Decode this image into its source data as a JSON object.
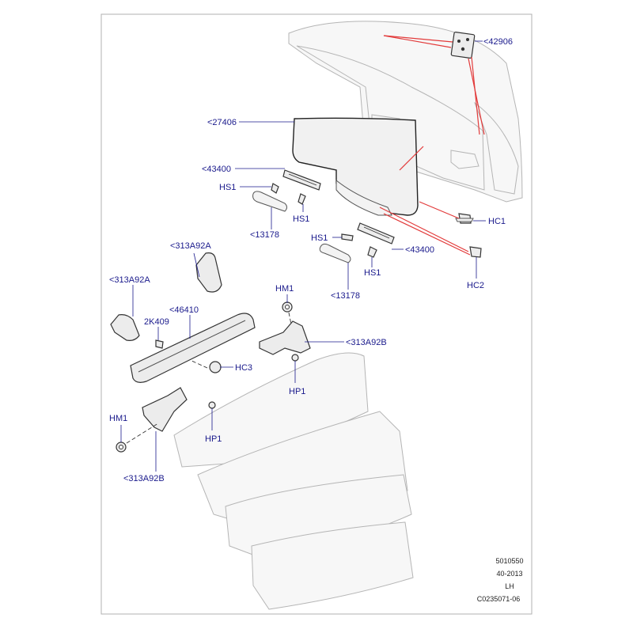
{
  "callouts": {
    "c42906": "<42906",
    "c27406": "<27406",
    "c43400_a": "<43400",
    "hs1_a": "HS1",
    "hs1_b": "HS1",
    "c13178_a": "<13178",
    "hc1": "HC1",
    "hs1_c": "HS1",
    "c43400_b": "<43400",
    "hs1_d": "HS1",
    "hc2": "HC2",
    "c13178_b": "<13178",
    "c313a92a_a": "<313A92A",
    "c313a92a_b": "<313A92A",
    "c46410": "<46410",
    "k2409": "2K409",
    "hm1_a": "HM1",
    "c313a92b_a": "<313A92B",
    "hc3": "HC3",
    "hp1_a": "HP1",
    "hm1_b": "HM1",
    "hp1_b": "HP1",
    "c313a92b_b": "<313A92B"
  },
  "footer": {
    "line1": "5010550",
    "line2": "40-2013",
    "line3": "LH",
    "line4": "C0235071-06"
  },
  "colors": {
    "callout": "#1a1a8c",
    "leader_red": "#e23a3a",
    "frame": "#b0b0b0"
  }
}
